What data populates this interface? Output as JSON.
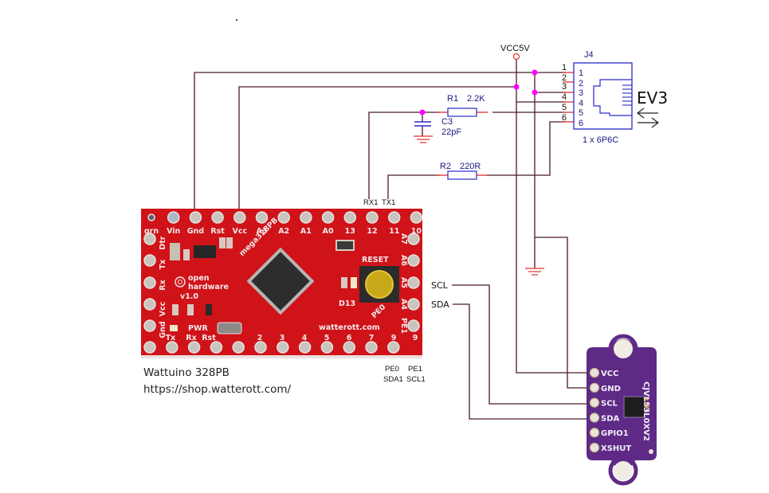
{
  "supply": {
    "label": "VCC5V"
  },
  "connector": {
    "ref": "J4",
    "type_label": "1 x 6P6C",
    "device_label": "EV3",
    "pins": [
      "1",
      "2",
      "3",
      "4",
      "5",
      "6"
    ],
    "wire_numbers": [
      "1",
      "2",
      "3",
      "4",
      "5",
      "6"
    ]
  },
  "components": {
    "r1": {
      "ref": "R1",
      "value": "2.2K"
    },
    "r2": {
      "ref": "R2",
      "value": "220R"
    },
    "c3": {
      "ref": "C3",
      "value": "22pF"
    }
  },
  "net_labels": {
    "rx1": "RX1",
    "tx1": "TX1",
    "scl": "SCL",
    "sda": "SDA",
    "pe0": "PE0",
    "sda1": "SDA1",
    "pe1": "PE1",
    "scl1": "SCL1"
  },
  "board": {
    "name": "Wattuino 328PB",
    "url": "https://shop.watterott.com/",
    "top_pins": [
      "grn",
      "Vin",
      "Gnd",
      "Rst",
      "Vcc",
      "A3",
      "A2",
      "A1",
      "A0",
      "13",
      "12",
      "11",
      "10"
    ],
    "bottom_pins": [
      "Tx",
      "Rx",
      "Rst",
      "2",
      "3",
      "4",
      "5",
      "6",
      "7",
      "9",
      "9"
    ],
    "left_pins": [
      "Dtr",
      "Tx",
      "Rx",
      "Vcc",
      "Gnd"
    ],
    "right_pins": [
      "A7",
      "A6",
      "A5",
      "A4",
      "PE1"
    ],
    "silkscreen": {
      "chip": "mega328PB",
      "logo_line1": "open",
      "logo_line2": "hardware",
      "version": "v1.0",
      "reset": "RESET",
      "led": "D13",
      "pwr": "PWR",
      "pe0": "PE0",
      "site": "watterott.com"
    },
    "color": "#d7141a"
  },
  "sensor": {
    "name": "CJVL53L0XV2",
    "pins": [
      "VCC",
      "GND",
      "SCL",
      "SDA",
      "GPIO1",
      "XSHUT"
    ],
    "color": "#5e2a86"
  },
  "colors": {
    "wire": "#4a1a2a",
    "junction": "#ff00ff",
    "schematic_symbol": "#2a2acc",
    "pin_stub": "#e03030",
    "ground": "#e03030"
  }
}
